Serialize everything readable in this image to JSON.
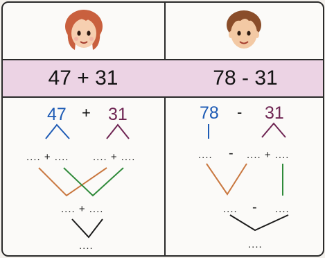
{
  "left": {
    "header": "47 + 31",
    "addend1": "47",
    "plus": "+",
    "addend2": "31",
    "split1": ".... + ....",
    "split2": ".... + ....",
    "sum_row": ".... + ....",
    "result": "....",
    "colors": {
      "blue": "#1e5bb5",
      "purple": "#6e2452",
      "orange": "#c9773f",
      "green": "#2f8a3a"
    }
  },
  "right": {
    "header": "78 - 31",
    "minuend": "78",
    "minus": "-",
    "subtrahend": "31",
    "row1_a": "....",
    "row1_minus": "-",
    "row1_b": ".... + ....",
    "row2_a": "....",
    "row2_minus": "-",
    "row2_b": "....",
    "result": "...."
  },
  "characters": {
    "left": "girl-face-icon",
    "right": "boy-face-icon"
  }
}
